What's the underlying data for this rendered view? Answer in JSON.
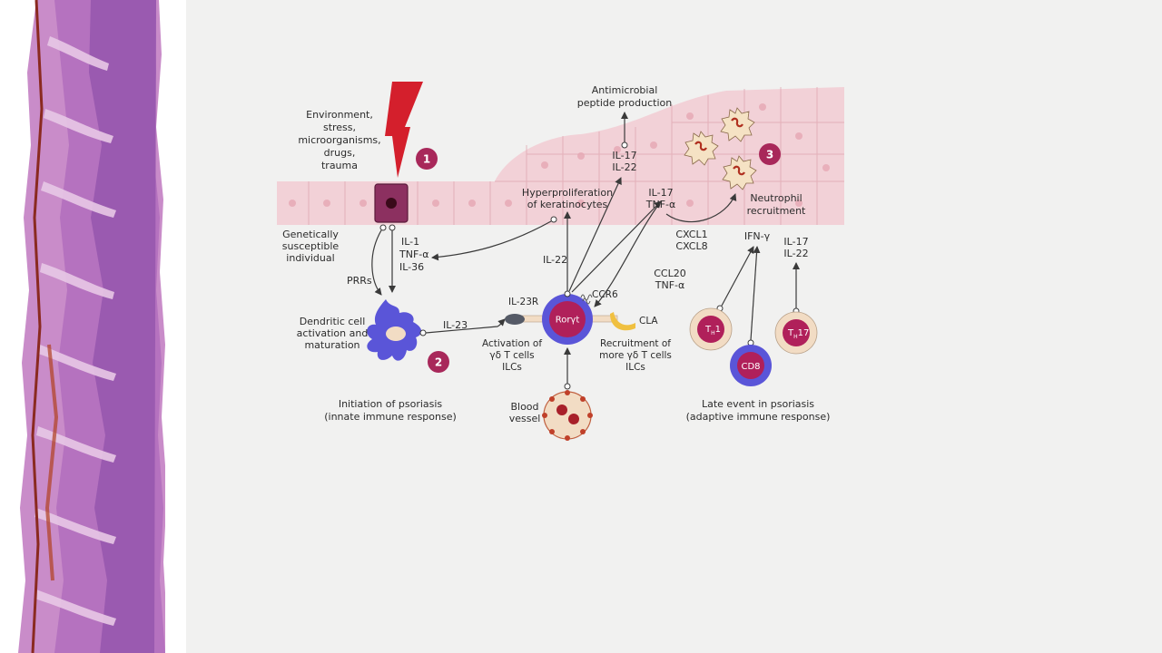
{
  "diagram": {
    "environment_lines": [
      "Environment,",
      "stress,",
      "microorganisms,",
      "drugs,",
      "trauma"
    ],
    "badges": [
      "1",
      "2",
      "3"
    ],
    "genetic_lines": [
      "Genetically",
      "susceptible",
      "individual"
    ],
    "prrs": "PRRs",
    "il1_group": [
      "IL-1",
      "TNF-α",
      "IL-36"
    ],
    "dendritic_lines": [
      "Dendritic cell",
      "activation and",
      "maturation"
    ],
    "il23": "IL-23",
    "il23r": "IL-23R",
    "rorgt": "Rorγt",
    "ccr6": "CCR6",
    "cla": "CLA",
    "activation_lines": [
      "Activation of",
      "γδ T cells",
      "ILCs"
    ],
    "recruitment_lines": [
      "Recruitment of",
      "more γδ T cells",
      "ILCs"
    ],
    "blood_vessel_lines": [
      "Blood",
      "vessel"
    ],
    "initiation_lines": [
      "Initiation of psoriasis",
      "(innate immune response)"
    ],
    "late_lines": [
      "Late event in psoriasis",
      "(adaptive immune response)"
    ],
    "antimicrobial_lines": [
      "Antimicrobial",
      "peptide production"
    ],
    "il17_il22_top": [
      "IL-17",
      "IL-22"
    ],
    "hyperproliferation_lines": [
      "Hyperproliferation",
      "of keratinocytes"
    ],
    "il17_tnf": [
      "IL-17",
      "TNF-α"
    ],
    "neutrophil_lines": [
      "Neutrophil",
      "recruitment"
    ],
    "cxcl_lines": [
      "CXCL1",
      "CXCL8"
    ],
    "ccl20_lines": [
      "CCL20",
      "TNF-α"
    ],
    "il22_mid": "IL-22",
    "ifng": "IFN-γ",
    "il17_il22_right": [
      "IL-17",
      "IL-22"
    ],
    "th1": {
      "main": "T",
      "sub": "H",
      "tail": "1"
    },
    "th17": {
      "main": "T",
      "sub": "H",
      "tail": "17"
    },
    "cd8": "CD8"
  },
  "colors": {
    "background": "#f1f1f0",
    "tissue_pink": "#f0c8cf",
    "magenta": "#a8285a",
    "lightning": "#d41f2c",
    "dendritic": "#5a55d8",
    "tcell_ring": "#5a55d8",
    "tcell_core": "#b0205a",
    "cla": "#f0c040",
    "th_ring": "#f2dcc4",
    "neutrophil": "#f5e2c4"
  }
}
